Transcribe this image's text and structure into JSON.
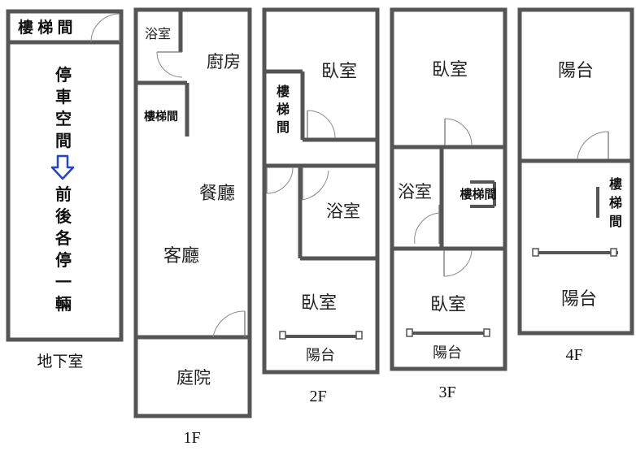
{
  "basement": {
    "floor_label": "地下室",
    "stair_label": "樓 梯 間",
    "parking_chars": [
      "停",
      "車",
      "空",
      "間",
      "前",
      "後",
      "各",
      "停",
      "一",
      "輛"
    ],
    "arrow_color": "#2244cc"
  },
  "floor1": {
    "floor_label": "1F",
    "bathroom": "浴室",
    "kitchen": "廚房",
    "stair": "樓梯間",
    "dining": "餐廳",
    "living": "客廳",
    "courtyard": "庭院"
  },
  "floor2": {
    "floor_label": "2F",
    "bedroom_top": "臥室",
    "stair_chars": [
      "樓",
      "梯",
      "間"
    ],
    "bathroom": "浴室",
    "bedroom_bottom": "臥室",
    "balcony": "陽台"
  },
  "floor3": {
    "floor_label": "3F",
    "bedroom_top": "臥室",
    "bathroom": "浴室",
    "stair": "樓梯間",
    "bedroom_bottom": "臥室",
    "balcony": "陽台"
  },
  "floor4": {
    "floor_label": "4F",
    "balcony_top": "陽台",
    "stair_chars": [
      "樓",
      "梯",
      "間"
    ],
    "balcony_bottom": "陽台"
  }
}
